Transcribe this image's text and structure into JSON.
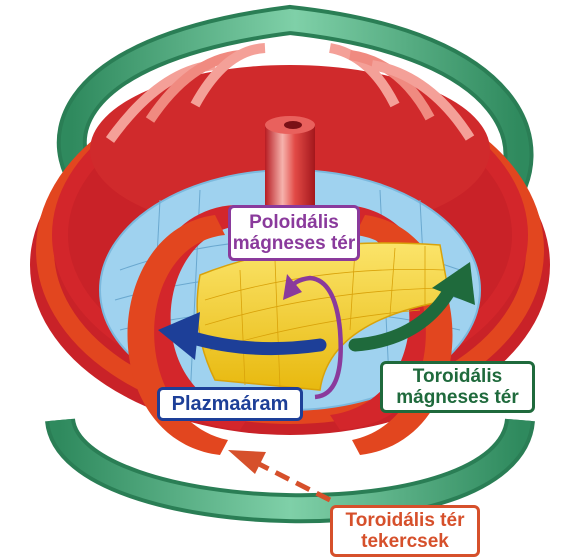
{
  "labels": {
    "poloidal_field": {
      "line1": "Poloidális",
      "line2": "mágneses tér"
    },
    "plasma_current": {
      "text": "Plazmaáram"
    },
    "toroidal_field": {
      "line1": "Toroidális",
      "line2": "mágneses tér"
    },
    "toroidal_coils": {
      "line1": "Toroidális tér",
      "line2": "tekercsek"
    }
  },
  "colors": {
    "coil_red": "#d3262b",
    "coil_orange": "#e2461f",
    "outer_ring_green": "#3a9b6f",
    "vessel_blue": "#9fd2ef",
    "plasma_yellow": "#f6d21a",
    "poloidal_purple": "#8a3a9c",
    "plasma_current_blue": "#1d3f98",
    "toroidal_field_green": "#1f6a3c",
    "coil_label_orange": "#d6502b"
  }
}
